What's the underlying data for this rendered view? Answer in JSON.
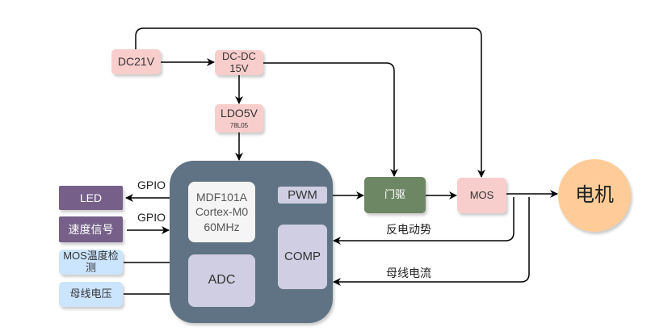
{
  "power": {
    "dc21v": "DC21V",
    "dcdc_line1": "DC-DC",
    "dcdc_line2": "15V",
    "ldo_line1": "LDO5V",
    "ldo_line2": "78L05"
  },
  "mcu": {
    "core_line1": "MDF101A",
    "core_line2": "Cortex-M0",
    "core_line3": "60MHz",
    "pwm": "PWM",
    "comp": "COMP",
    "adc": "ADC",
    "color": "#5f7384"
  },
  "peripherals": {
    "led": "LED",
    "speed": "速度信号",
    "mos_temp": "MOS温度检测",
    "bus_voltage": "母线电压",
    "gpio1": "GPIO",
    "gpio2": "GPIO"
  },
  "driver": {
    "gate_drive": "门驱",
    "mos": "MOS",
    "motor": "电机"
  },
  "feedback": {
    "back_emf": "反电动势",
    "bus_current": "母线电流"
  }
}
